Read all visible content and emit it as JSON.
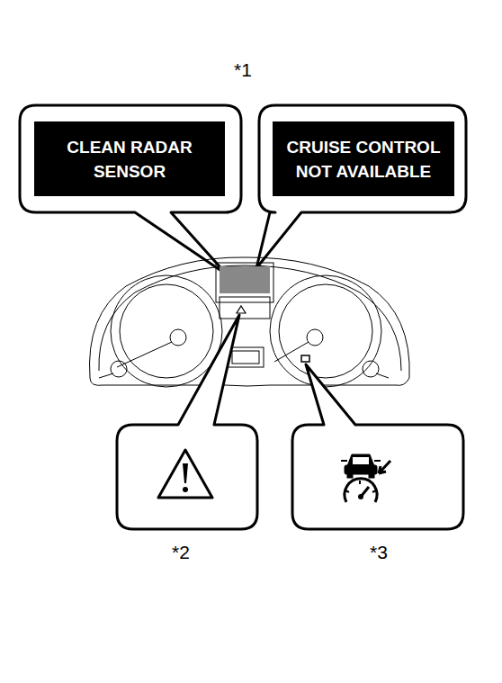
{
  "diagram": {
    "nodes": [
      {
        "text": [
          "CLEAN RADAR SENSOR"
        ]
      },
      {
        "text": [
          "CRUISE CONTROL NOT AVAILABLE"
        ]
      }
    ],
    "labels": [
      "*1",
      "*2",
      "*3"
    ]
  }
}
